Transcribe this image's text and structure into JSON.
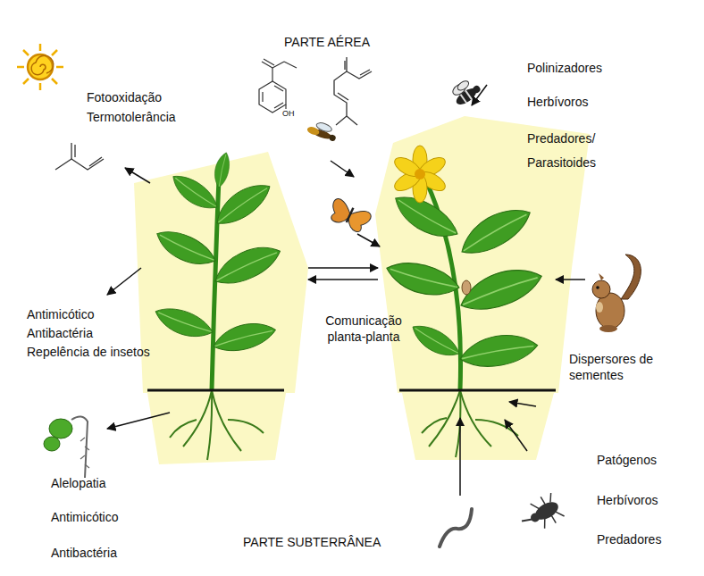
{
  "diagram": {
    "labels": [
      "PARTE AÉREA",
      "Fotooxidação",
      "Termotolerância",
      "Polinizadores",
      "Herbívoros",
      "Predadores/ Parasitoides",
      "OH",
      "Antimicótico",
      "Antibactéria",
      "Repelência de insetos",
      "Comunicação planta-planta",
      "Dispersores de sementes",
      "Patógenos",
      "Herbívoros",
      "Predadores",
      "Alelopatia",
      "Antimicótico",
      "Antibactéria",
      "PARTE SUBTERRÂNEA"
    ]
  }
}
